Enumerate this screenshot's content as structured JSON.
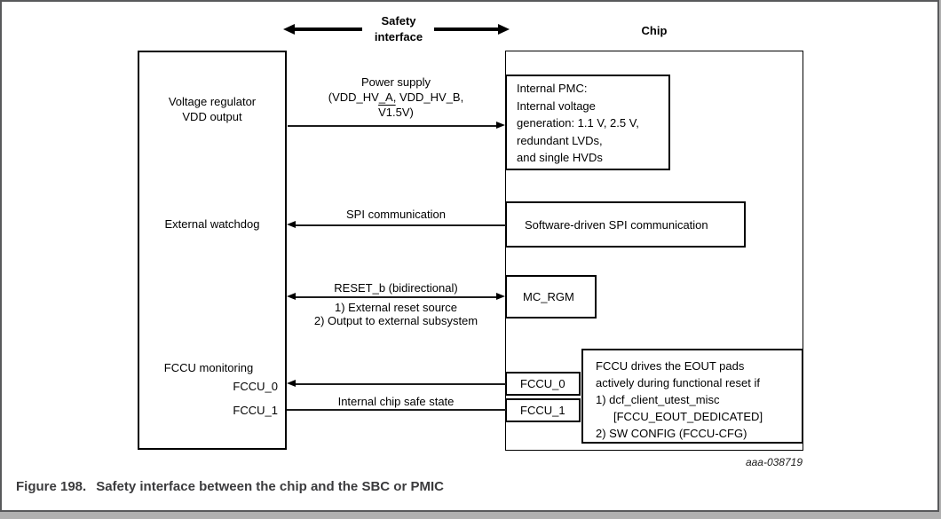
{
  "figure": {
    "caption_prefix": "Figure 198.",
    "caption_text": "Safety interface between the chip and the SBC or PMIC",
    "artwork_id": "aaa-038719"
  },
  "header": {
    "safety_line1": "Safety",
    "safety_line2": "interface",
    "chip_label": "Chip"
  },
  "external": {
    "regulator_line1": "Voltage regulator",
    "regulator_line2": "VDD output",
    "watchdog": "External watchdog",
    "fccu_monitoring": "FCCU monitoring",
    "fccu0": "FCCU_0",
    "fccu1": "FCCU_1"
  },
  "links": {
    "power_line1": "Power supply",
    "power_line2": "(VDD_HV_A, VDD_HV_B,",
    "power_line3_over": "V1.",
    "power_line3_rest": "5V)",
    "spi": "SPI communication",
    "reset": "RESET_b (bidirectional)",
    "reset_note1": "1) External reset source",
    "reset_note2": "2) Output to external subsystem",
    "safe_state": "Internal chip safe state"
  },
  "chip": {
    "pmc_line1": "Internal PMC:",
    "pmc_line2": "Internal voltage",
    "pmc_line3": "generation: 1.1 V, 2.5 V,",
    "pmc_line4": "redundant LVDs,",
    "pmc_line5": "and single HVDs",
    "spi_box": "Software-driven SPI communication",
    "mc_rgm": "MC_RGM",
    "fccu0": "FCCU_0",
    "fccu1": "FCCU_1",
    "eout_line1": "FCCU drives the EOUT pads",
    "eout_line2": "actively during functional reset if",
    "eout_line3": "1) dcf_client_utest_misc",
    "eout_line4": "[FCCU_EOUT_DEDICATED]",
    "eout_line5": "2) SW CONFIG (FCCU-CFG)"
  },
  "colors": {
    "page_border": "#58595b",
    "diagram_ink": "#000000",
    "caption_ink": "#3b3b3d",
    "footer_strip": "#b0b0b0"
  }
}
